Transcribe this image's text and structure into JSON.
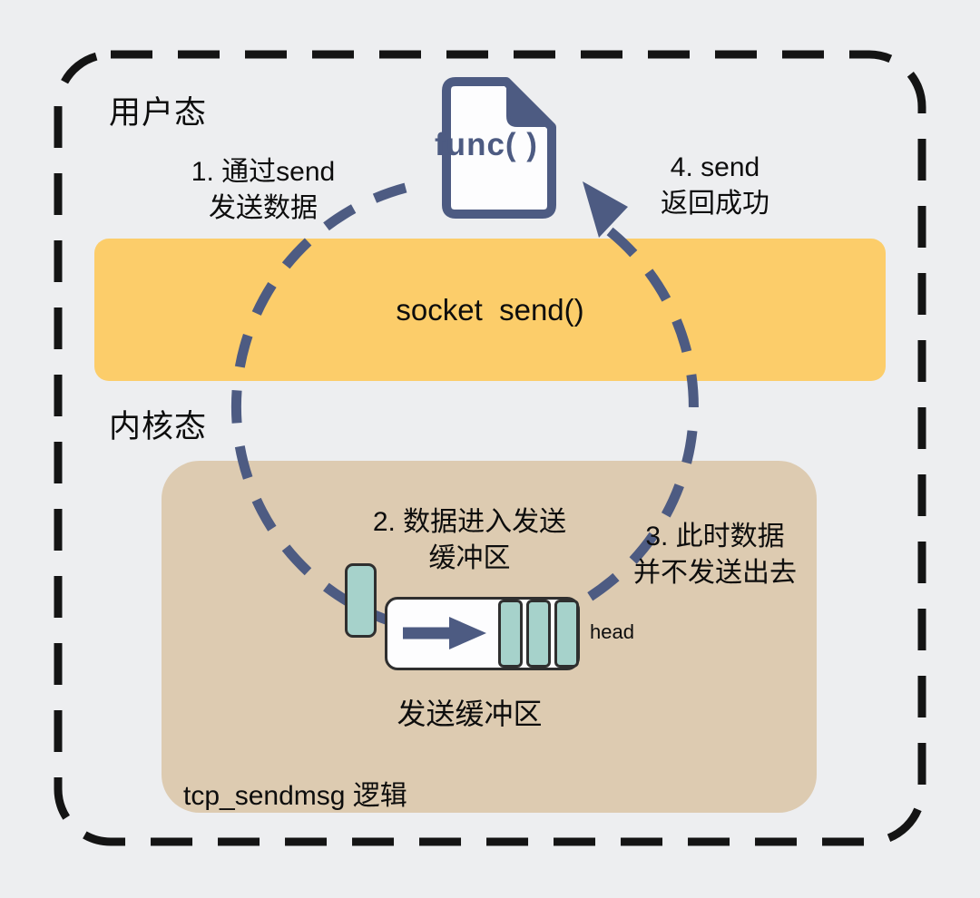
{
  "diagram": {
    "user_mode_label": "用户态",
    "kernel_mode_label": "内核态",
    "func_icon_label": "func( )",
    "socket_bar_label": "socket  send()",
    "steps": {
      "step1": [
        "1. 通过send",
        "发送数据"
      ],
      "step2": [
        "2. 数据进入发送",
        "缓冲区"
      ],
      "step3": [
        "3. 此时数据",
        "并不发送出去"
      ],
      "step4": [
        "4. send",
        "返回成功"
      ]
    },
    "buffer": {
      "head_label": "head",
      "caption": "发送缓冲区"
    },
    "tcp_label": "tcp_sendmsg 逻辑"
  },
  "colors": {
    "bg": "#edeef0",
    "ink": "#0d0d0d",
    "accent": "#4d5b82",
    "yellow": "#fccd6a",
    "tan": "#ddcbb1",
    "teal": "#a6d2cb",
    "outline": "#2f2f2f"
  }
}
